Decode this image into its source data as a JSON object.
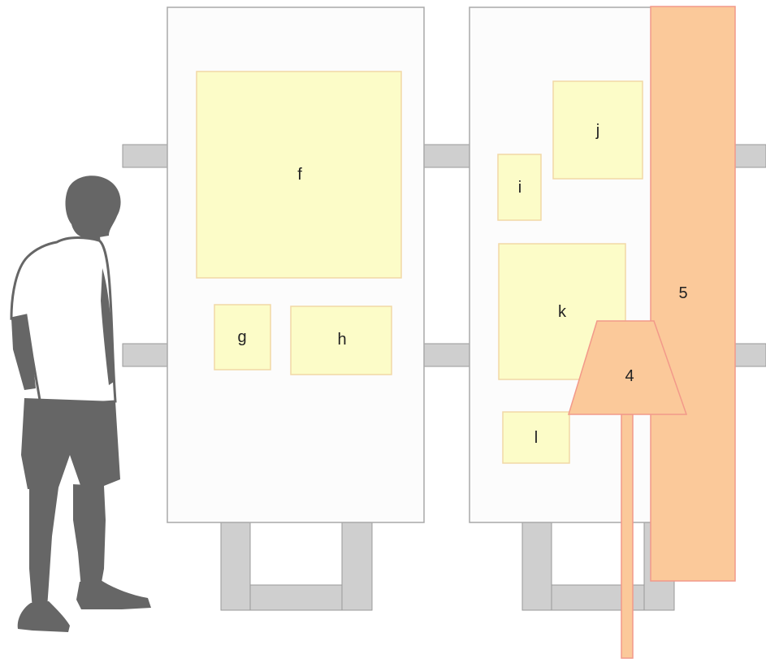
{
  "colors": {
    "background": "#ffffff",
    "panel_fill": "#fcfcfc",
    "panel_stroke": "#a9a9a9",
    "connector_fill": "#cfcfcf",
    "connector_stroke": "#9a9a9a",
    "frame_yellow_fill": "#fcfcc8",
    "frame_yellow_stroke": "#f2d8a6",
    "orange_fill": "#fbc99a",
    "orange_stroke": "#f2998a",
    "silhouette": "#666666",
    "label_text": "#222222"
  },
  "panel_one": {
    "frames": {
      "f": "f",
      "g": "g",
      "h": "h"
    }
  },
  "panel_two": {
    "frames": {
      "i": "i",
      "j": "j",
      "k": "k",
      "l": "l"
    }
  },
  "overlays": {
    "lamp_label": "4",
    "column_label": "5"
  },
  "figure": {
    "icon": "person-silhouette-icon"
  }
}
